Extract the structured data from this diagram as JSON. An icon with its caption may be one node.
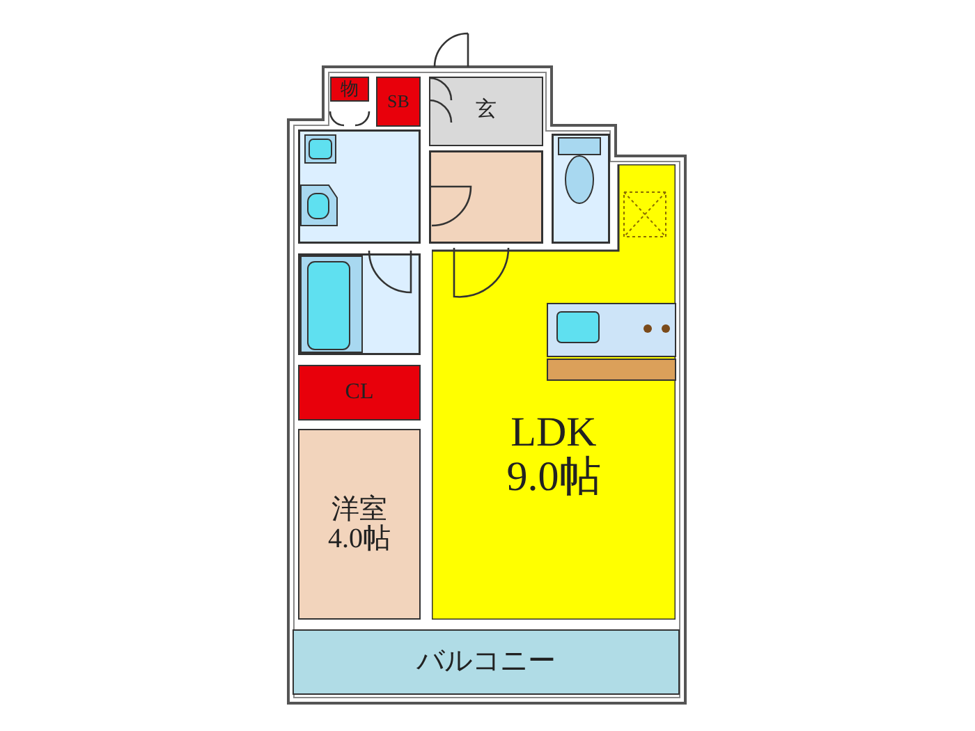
{
  "diagram": {
    "nodes": [
      {
        "text": [
          "物"
        ]
      },
      {
        "text": [
          "SB"
        ]
      },
      {
        "text": [
          "玄"
        ]
      },
      {
        "text": [],
        "shape": "box"
      },
      {
        "text": [],
        "shape": "box"
      },
      {
        "text": [],
        "shape": "box"
      },
      {
        "text": [],
        "shape": "box"
      },
      {
        "text": [
          "CL"
        ]
      },
      {
        "text": [
          "洋室",
          "4.0帖"
        ]
      },
      {
        "text": [
          "LDK",
          "9.0帖"
        ]
      },
      {
        "text": [
          "バルコニー"
        ]
      }
    ]
  }
}
